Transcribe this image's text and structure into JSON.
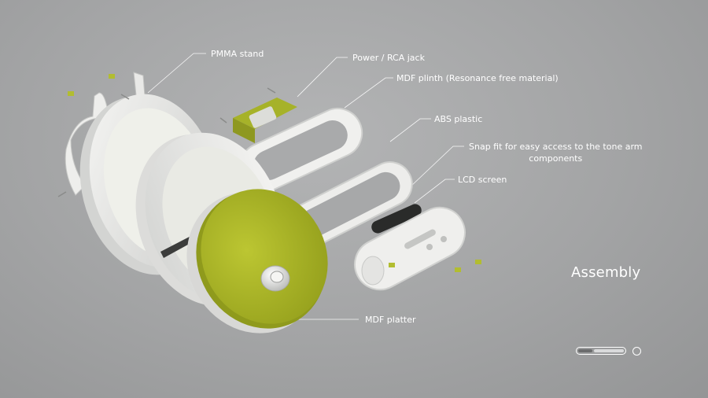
{
  "title": "Assembly",
  "callouts": {
    "pmma_stand": "PMMA stand",
    "power_jack": "Power / RCA jack",
    "mdf_plinth": "MDF plinth (Resonance free material)",
    "abs_plastic": "ABS plastic",
    "snap_fit_line1": "Snap fit for easy access to the tone arm",
    "snap_fit_line2": "components",
    "lcd_screen": "LCD screen",
    "mdf_platter": "MDF platter"
  },
  "progress": {
    "value": 0.5
  },
  "colors": {
    "accent": "#a9b524",
    "plastic": "#ececea",
    "text": "#ffffff"
  }
}
